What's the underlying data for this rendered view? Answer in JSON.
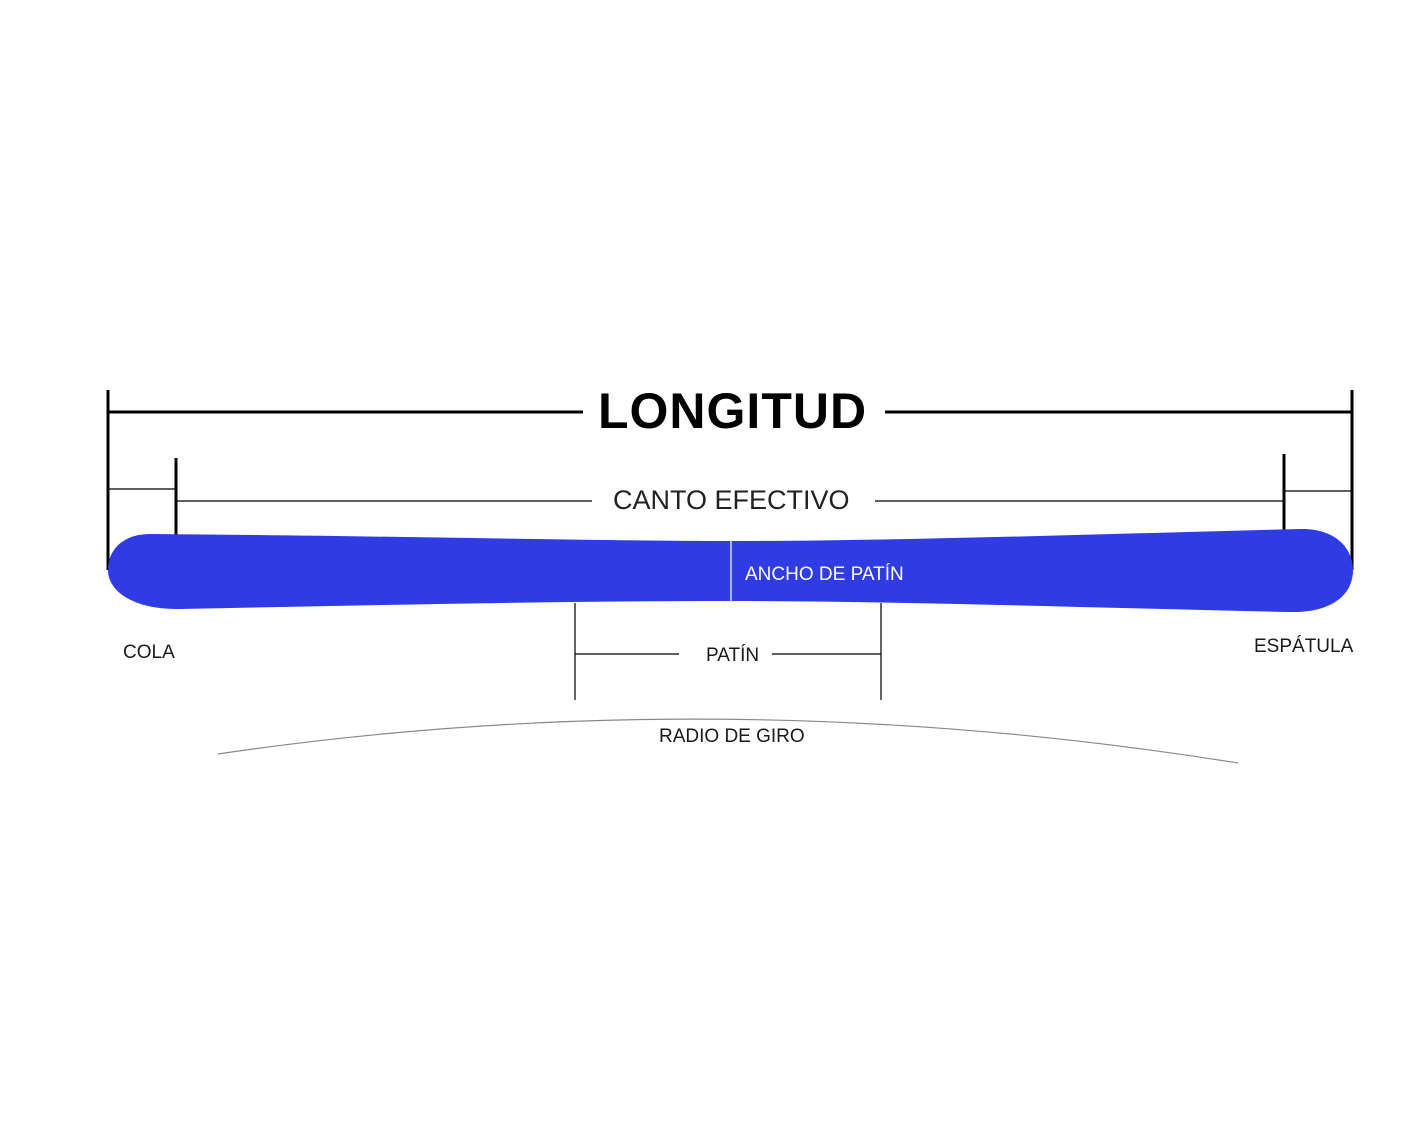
{
  "diagram": {
    "title": "LONGITUD",
    "labels": {
      "effective_edge": "CANTO EFECTIVO",
      "waist_width": "ANCHO DE PATÍN",
      "tail": "COLA",
      "tip": "ESPÁTULA",
      "waist": "PATÍN",
      "turn_radius": "RADIO DE GIRO"
    },
    "colors": {
      "ski": "#2f3be3",
      "lines": "#000000",
      "thin_lines": "#333333",
      "arc": "#888888",
      "background": "#ffffff"
    }
  }
}
